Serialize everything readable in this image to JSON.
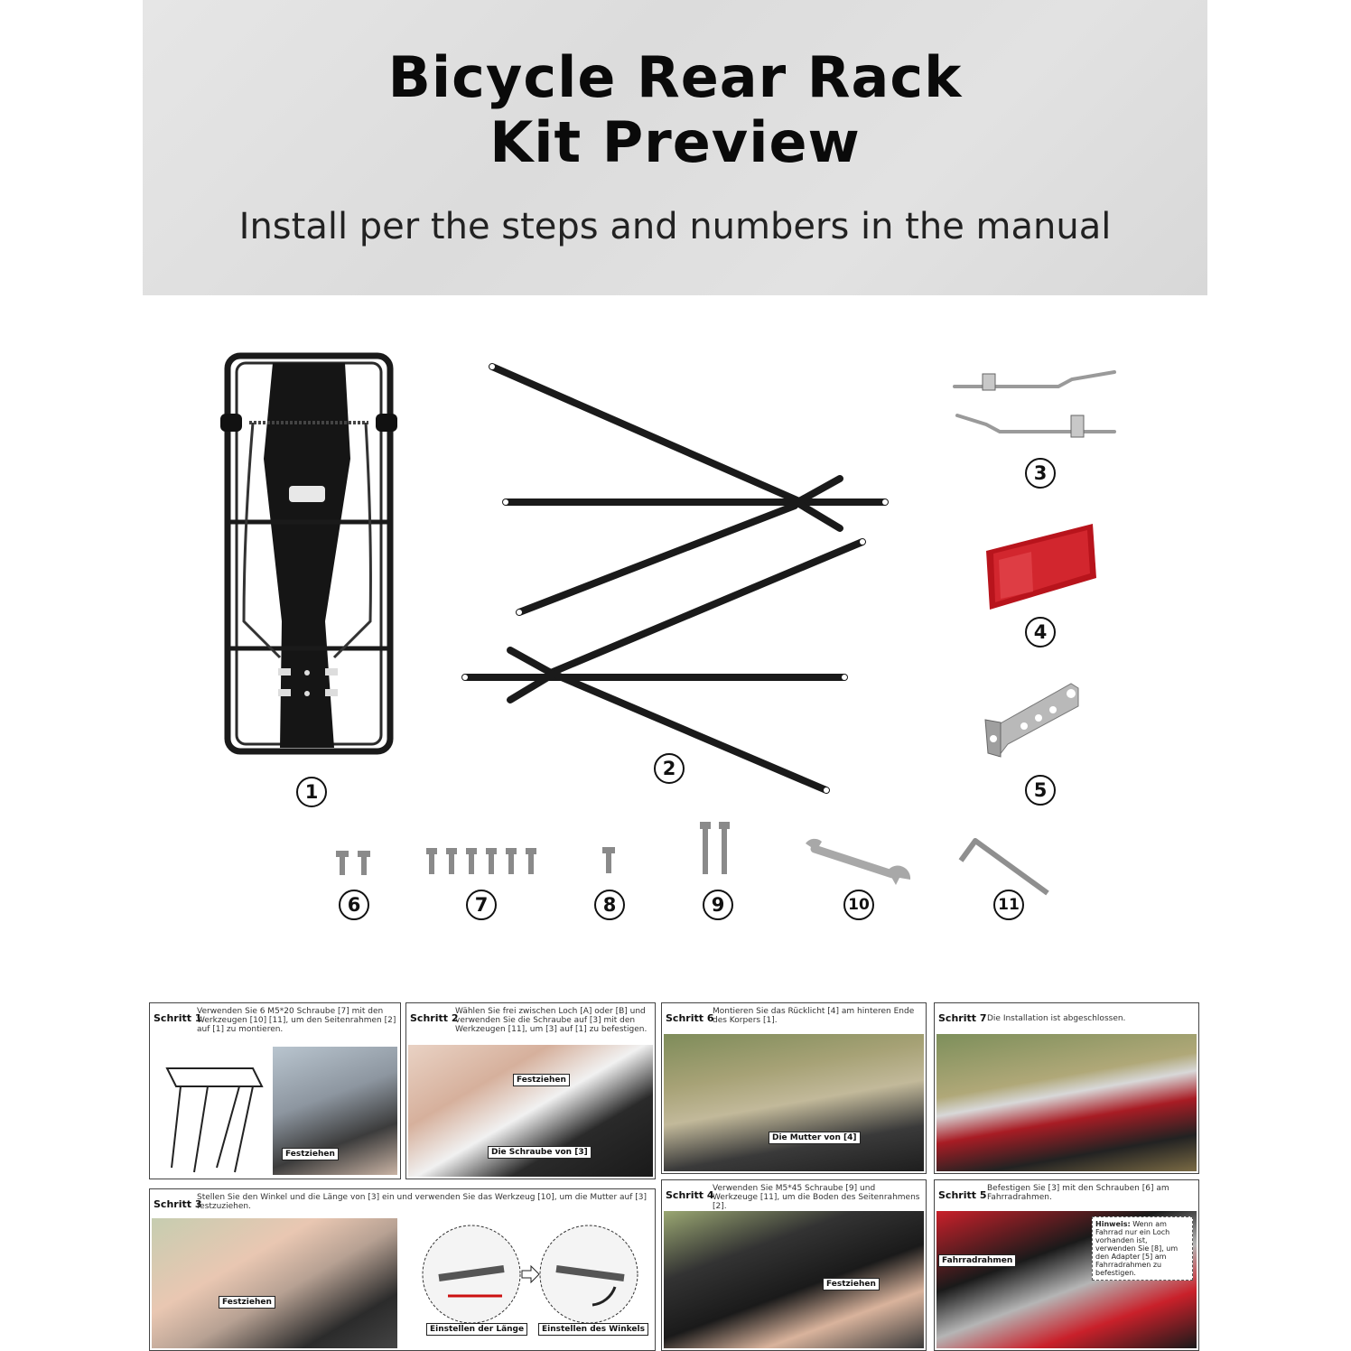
{
  "header": {
    "title_line1": "Bicycle Rear Rack",
    "title_line2": "Kit Preview",
    "subtitle": "Install per the steps and numbers in the manual"
  },
  "parts": {
    "n1": "1",
    "n2": "2",
    "n3": "3",
    "n4": "4",
    "n5": "5",
    "n6": "6",
    "n7": "7",
    "n8": "8",
    "n9": "9",
    "n10": "10",
    "n11": "11"
  },
  "steps": {
    "s1": {
      "title": "Schritt 1",
      "text": "Verwenden Sie 6 M5*20 Schraube [7] mit den Werkzeugen [10] [11], um den Seitenrahmen [2] auf [1] zu montieren.",
      "label": "Festziehen"
    },
    "s2": {
      "title": "Schritt 2",
      "text": "Wählen Sie frei zwischen Loch [A] oder [B] und verwenden Sie die Schraube auf [3] mit den Werkzeugen [11], um [3] auf [1] zu befestigen.",
      "label1": "Festziehen",
      "label2": "Die Schraube von [3]"
    },
    "s3": {
      "title": "Schritt 3",
      "text": "Stellen Sie den Winkel und die Länge von [3] ein und verwenden Sie das Werkzeug [10], um die Mutter auf [3] festzuziehen.",
      "label1": "Festziehen",
      "label2": "Einstellen der Länge",
      "label3": "Einstellen des Winkels"
    },
    "s6": {
      "title": "Schritt 6",
      "text": "Montieren Sie das Rücklicht [4] am hinteren Ende des Korpers [1].",
      "label": "Die Mutter von [4]"
    },
    "s7": {
      "title": "Schritt 7",
      "text": "Die Installation ist abgeschlossen."
    },
    "s4": {
      "title": "Schritt 4",
      "text": "Verwenden Sie M5*45 Schraube [9] und Werkzeuge [11], um die Boden des Seitenrahmens [2].",
      "label": "Festziehen"
    },
    "s5": {
      "title": "Schritt 5",
      "text": "Befestigen Sie [3] mit den Schrauben [6] am Fahrradrahmen.",
      "label": "Fahrradrahmen",
      "hint_bold": "Hinweis:",
      "hint": "Wenn am Fahrrad nur ein Loch vorhanden ist, verwenden Sie [8], um den Adapter [5] am Fahrradrahmen zu befestigen."
    }
  }
}
